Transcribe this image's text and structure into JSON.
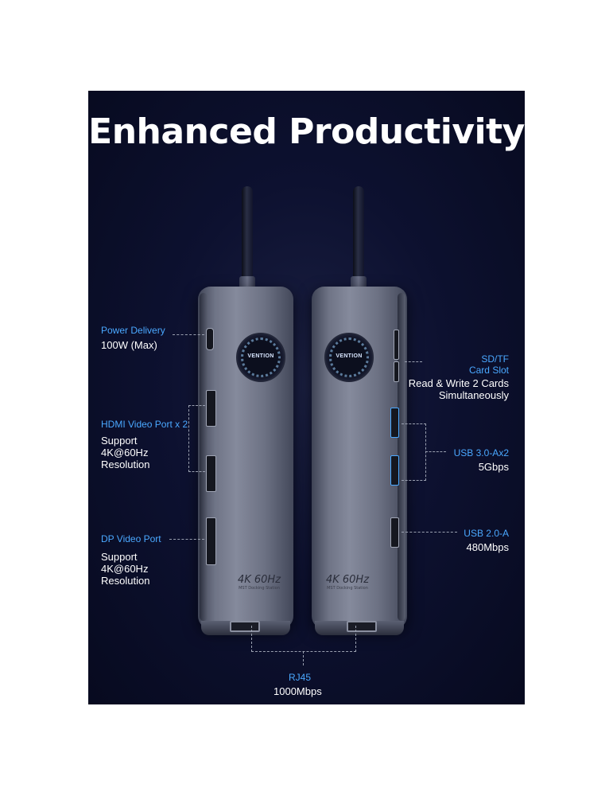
{
  "title": "Enhanced Productivity",
  "brand": "VENTION",
  "device_spec": "4K 60Hz",
  "device_subtext": "MST Docking Station",
  "colors": {
    "background": "#0d1130",
    "accent_blue": "#4aa8ff",
    "text": "#ffffff"
  },
  "labels": {
    "power": {
      "name": "Power Delivery",
      "detail": "100W (Max)"
    },
    "hdmi": {
      "name": "HDMI Video Port x 2",
      "detail": [
        "Support",
        "4K@60Hz",
        "Resolution"
      ]
    },
    "dp": {
      "name": "DP Video Port",
      "detail": [
        "Support",
        "4K@60Hz",
        "Resolution"
      ]
    },
    "sdtf": {
      "name": [
        "SD/TF",
        "Card Slot"
      ],
      "detail": [
        "Read & Write 2 Cards",
        "Simultaneously"
      ]
    },
    "usb3": {
      "name": "USB 3.0-Ax2",
      "detail": "5Gbps"
    },
    "usb2": {
      "name": "USB 2.0-A",
      "detail": "480Mbps"
    },
    "rj45": {
      "name": "RJ45",
      "detail": "1000Mbps"
    }
  }
}
